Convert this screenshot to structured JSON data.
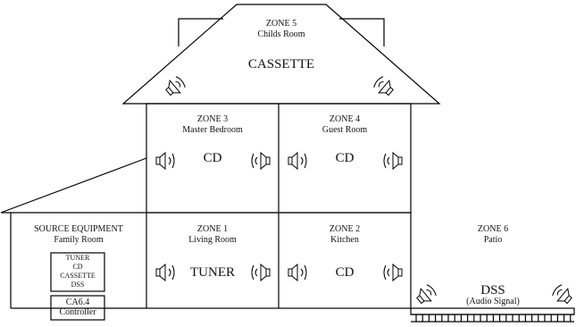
{
  "zones": {
    "zone5": {
      "name": "ZONE 5",
      "room": "Childs Room",
      "source": "CASSETTE"
    },
    "zone3": {
      "name": "ZONE 3",
      "room": "Master Bedroom",
      "source": "CD"
    },
    "zone4": {
      "name": "ZONE 4",
      "room": "Guest Room",
      "source": "CD"
    },
    "zone1": {
      "name": "ZONE 1",
      "room": "Living Room",
      "source": "TUNER"
    },
    "zone2": {
      "name": "ZONE 2",
      "room": "Kitchen",
      "source": "CD"
    },
    "zone6": {
      "name": "ZONE 6",
      "room": "Patio",
      "source": "DSS",
      "source_note": "(Audio Signal)"
    }
  },
  "source_room": {
    "title": "SOURCE EQUIPMENT",
    "room": "Family Room",
    "equipment": [
      "TUNER",
      "CD",
      "CASSETTE",
      "DSS"
    ],
    "controller": [
      "CA6.4",
      "Controller"
    ]
  },
  "icons": {
    "speaker": "speaker-icon"
  }
}
